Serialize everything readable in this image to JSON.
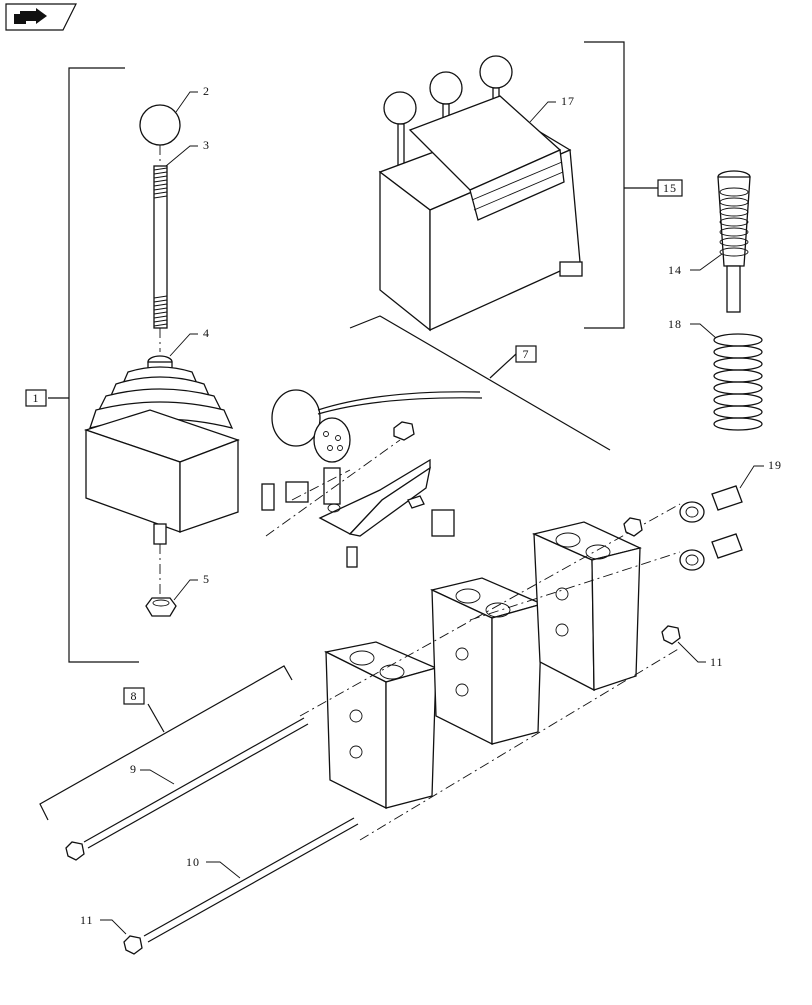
{
  "diagram": {
    "logo": {
      "icon": "book-arrow-icon"
    },
    "boxed_callouts": [
      {
        "id": "1",
        "label": "1"
      },
      {
        "id": "7",
        "label": "7"
      },
      {
        "id": "8",
        "label": "8"
      },
      {
        "id": "15",
        "label": "15"
      }
    ],
    "callouts": [
      {
        "id": "2",
        "label": "2"
      },
      {
        "id": "3",
        "label": "3"
      },
      {
        "id": "4",
        "label": "4"
      },
      {
        "id": "5",
        "label": "5"
      },
      {
        "id": "9",
        "label": "9"
      },
      {
        "id": "10",
        "label": "10"
      },
      {
        "id": "11a",
        "label": "11"
      },
      {
        "id": "11b",
        "label": "11"
      },
      {
        "id": "14",
        "label": "14"
      },
      {
        "id": "17",
        "label": "17"
      },
      {
        "id": "18",
        "label": "18"
      },
      {
        "id": "19",
        "label": "19"
      }
    ],
    "colors": {
      "line": "#111111",
      "paper": "#ffffff"
    }
  }
}
